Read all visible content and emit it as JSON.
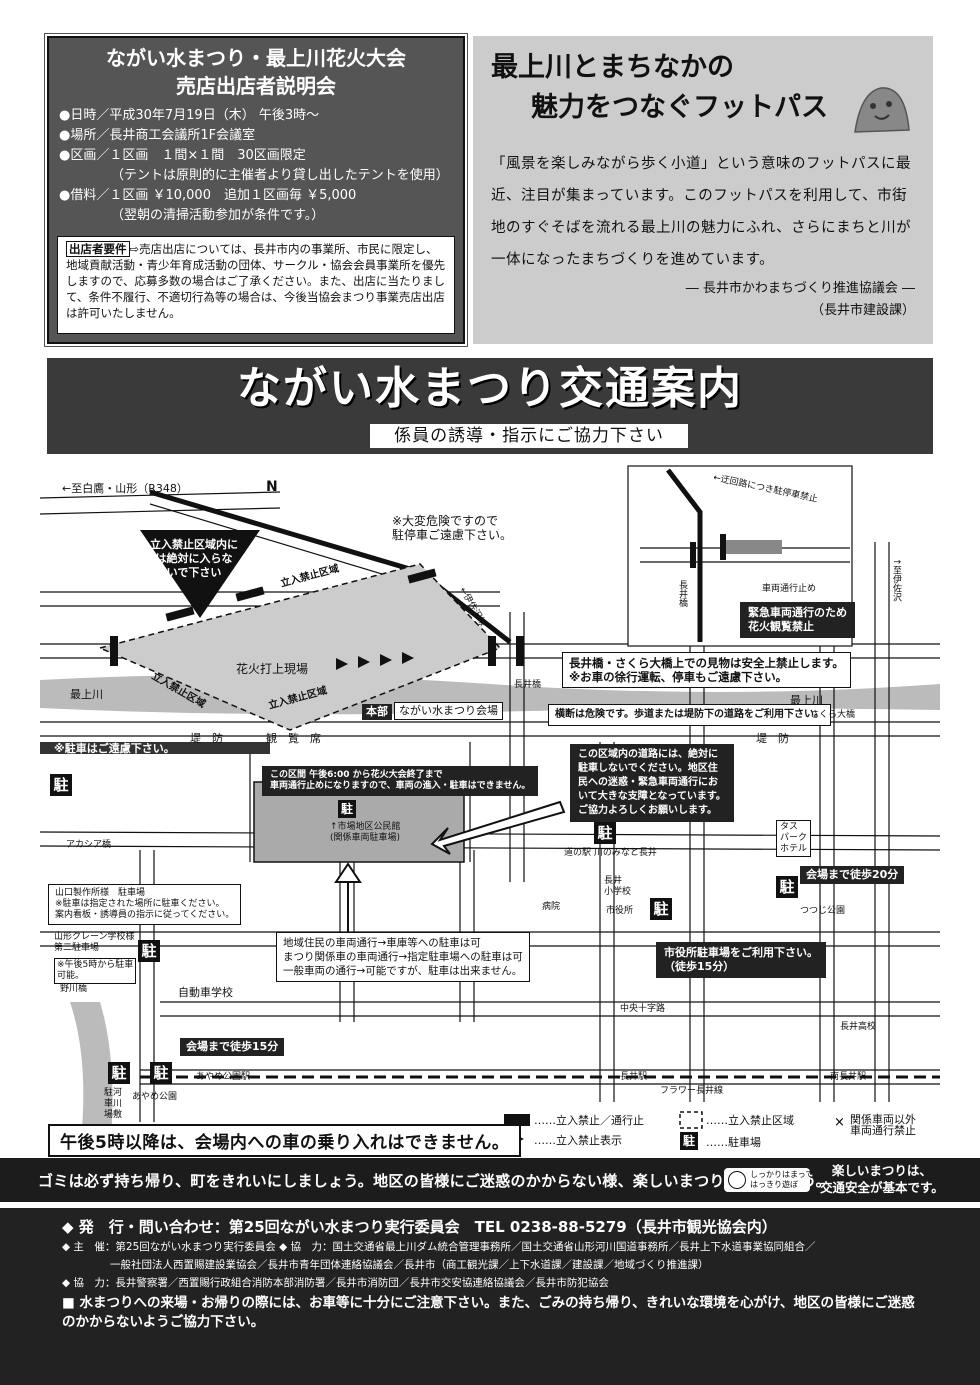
{
  "seminar": {
    "title_line1": "ながい水まつり・最上川花火大会",
    "title_line2": "売店出店者説明会",
    "date": "●日時／平成30年7月19日（木） 午後3時～",
    "place": "●場所／長井商工会議所1F会議室",
    "section": "●区画／１区画　１間×１間　30区画限定",
    "section_note": "（テントは原則的に主催者より貸し出したテントを使用）",
    "fee": "●借料／１区画 ￥10,000　追加１区画毎 ￥5,000",
    "fee_note": "（翌朝の清掃活動参加が条件です。）",
    "requirement_label": "出店者要件",
    "requirement_text": "⇨売店出店については、長井市内の事業所、市民に限定し、地域貢献活動・青少年育成活動の団体、サークル・協会会員事業所を優先しますので、応募多数の場合はご了承ください。また、出店に当たりまして、条件不履行、不適切行為等の場合は、今後当協会まつり事業売店出店は許可いたしません。"
  },
  "footpath": {
    "title_line1": "最上川とまちなかの",
    "title_line2": "魅力をつなぐフットパス",
    "body": "「風景を楽しみながら歩く小道」という意味のフットパスに最近、注目が集まっています。このフットパスを利用して、市街地のすぐそばを流れる最上川の魅力にふれ、さらにまちと川が一体になったまちづくりを進めています。",
    "signature": "― 長井市かわまちづくり推進協議会 ―",
    "signature_sub": "（長井市建設課）"
  },
  "traffic": {
    "title": "ながい水まつり交通案内",
    "subtitle": "係員の誘導・指示にご協力下さい"
  },
  "map": {
    "to_shirataka": "←至白鷹・山形（R348）",
    "north": "N",
    "danger_note": "※大変危険ですので\n駐停車ご遠慮下さい。",
    "no_entry_inside": "立入禁止区域内に\nは絶対に入らな\nいで下さい",
    "no_entry_zone": "立入禁止区域",
    "fireworks_site": "花火打上現場",
    "mogami_river": "最上川",
    "honbu": "本部",
    "venue": "ながい水まつり会場",
    "bridge_note": "長井橋・さくら大橋上での見物は安全上禁止します。\n※お車の徐行運転、停車もご遠慮下さい。",
    "crossing_note": "横断は危険です。歩道または堤防下の道路をご利用下さい。",
    "embankment_left": "堤　防",
    "seats": "観　覧　席",
    "embankment_right": "堤　防",
    "no_parking_left": "※駐車はご遠慮下さい。",
    "zone_time": "この区間 午後6:00 から花火大会終了まで\n車両通行止めになりますので、車両の進入・駐車はできません。",
    "zone_warning": "この区域内の道路には、絶対に\n駐車しないでください。地区住\n民への迷惑・緊急車両通行にお\nいて大きな支障となっています。\nご協力よろしくお願いします。",
    "park_label": "駐",
    "city_parking_lot": "↑市場地区公民館\n(関係車両駐車場)",
    "michinoeki": "道の駅 川のみなと長井",
    "tasu_park_hotel": "タス\nパーク\nホテル",
    "walk_20": "会場まで徒歩20分",
    "tsutsuji_park": "つつじ公園",
    "akashia": "アカシア橋",
    "yamaguchi": "山口製作所様　駐車場\n※駐車は指定された場所に駐車ください。\n案内看板・誘導員の指示に従ってください。",
    "local_traffic": "地域住民の車両通行→車庫等への駐車は可\nまつり関係車の車両通行→指定駐車場への駐車は可\n一般車両の通行→可能ですが、駐車は出来ません。",
    "hospital": "病院",
    "nagai_elem": "長井\n小学校",
    "city_hall": "市役所",
    "city_hall_parking": "市役所駐車場をご利用下さい。\n（徒歩15分）",
    "crane_school": "山形クレーン学校様\n第二駐車場",
    "crane_note": "※午後5時から駐車\n可能。",
    "driving_school": "自動車学校",
    "noda_bridge": "野川橋",
    "chuo_crossing": "中央十字路",
    "nagai_high": "長井高校",
    "walk_15": "会場まで徒歩15分",
    "ayame_park": "あやめ公園",
    "ayame_station": "あやめ公園駅",
    "nagai_station": "長井駅",
    "minami_nagai": "南長井駅",
    "flower_line": "フラワー長井線",
    "river_parking": "駐河\n車川\n場敷",
    "kawa_bridge": "長井橋",
    "sakura_bridge": "さくら大橋",
    "to_iide": "↑至伊佐沢",
    "nagaibashi_top": "長井橋",
    "detour": "←迂回路につき駐停車禁止",
    "vehicle_stop": "車両通行止め",
    "emergency": "緊急車両通行のため\n花火観覧禁止",
    "ino_bridge": "←伊佐沢線",
    "legend_stop": "……立入禁止／通行止",
    "legend_zone": "……立入禁止区域",
    "legend_flag": "……立入禁止表示",
    "legend_park": "……駐車場",
    "legend_x": "関係車両以外\n車両通行禁止",
    "no_cars_after_5": "午後5時以降は、会場内への車の乗り入れはできません。"
  },
  "slogan": {
    "main": "ゴミは必ず持ち帰り、町をきれいにしましょう。地区の皆様にご迷惑のかからない様、楽しいまつりにしましょう。",
    "badge": "しっかりはまって\nはっきり遊ぼ",
    "side": "楽しいまつりは、\n交通安全が基本です。"
  },
  "footer": {
    "publisher": "◆ 発　行・問い合わせ：第25回ながい水まつり実行委員会　TEL 0238-88-5279（長井市観光協会内）",
    "sponsors": "◆ 主　催：第25回ながい水まつり実行委員会 ◆ 協　力：国土交通省最上川ダム統合管理事務所／国土交通省山形河川国道事務所／長井上下水道事業協同組合／",
    "sponsors2": "一般社団法人西置賜建設業協会／長井市青年団体連絡協議会／長井市（商工観光課／上下水道課／建設課／地域づくり推進課）",
    "cooperation": "◆ 協　力：長井警察署／西置賜行政組合消防本部消防署／長井市消防団／長井市交安協連絡協議会／長井市防犯協会",
    "final": "■ 水まつりへの来場・お帰りの際には、お車等に十分にご注意下さい。また、ごみの持ち帰り、きれいな環境を心がけ、地区の皆様にご迷惑のかからないようご協力下さい。"
  }
}
